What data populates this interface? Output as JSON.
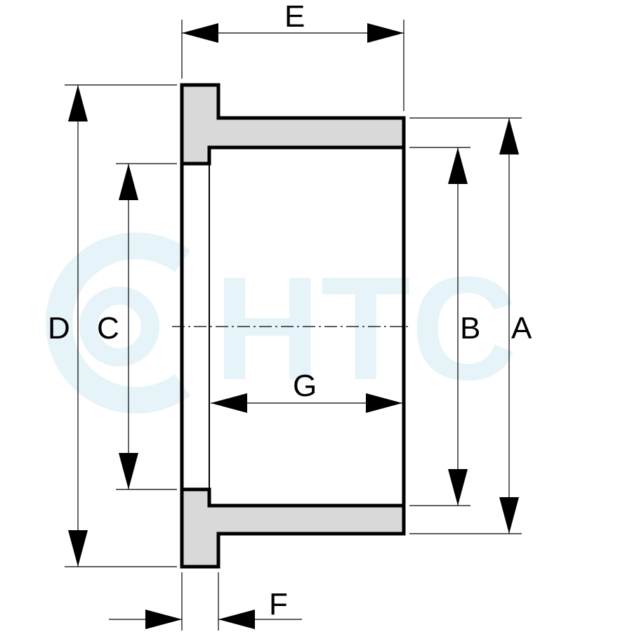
{
  "watermark": {
    "text": "HTC",
    "color": "#e6f3f8"
  },
  "colors": {
    "part_fill": "#d9d9d9",
    "line": "#000000",
    "background": "#ffffff"
  },
  "labels": {
    "A": "A",
    "B": "B",
    "C": "C",
    "D": "D",
    "E": "E",
    "F": "F",
    "G": "G"
  }
}
